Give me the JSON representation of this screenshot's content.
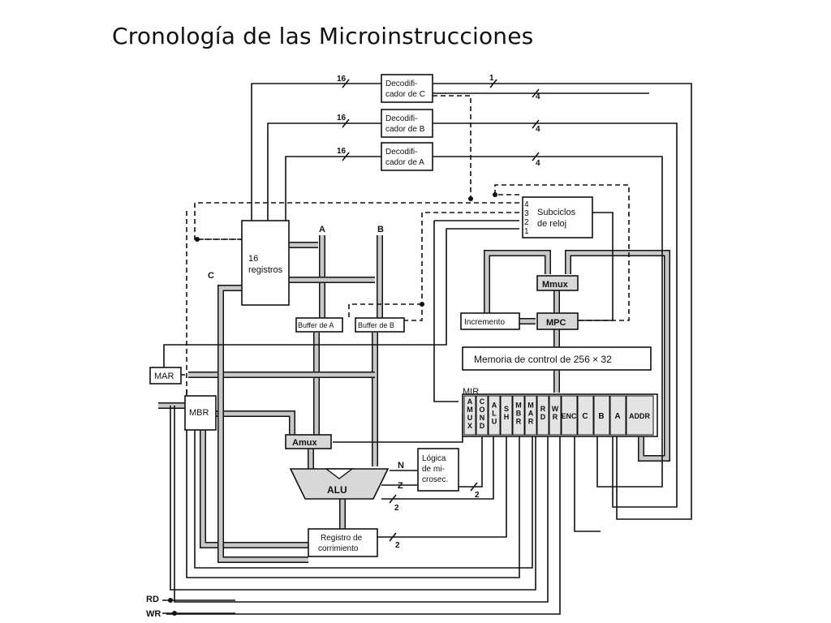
{
  "title": "Cronología de las Microinstrucciones",
  "boxes": {
    "dec_c": [
      "Decodifi-",
      "cador de C"
    ],
    "dec_b": [
      "Decodifi-",
      "cador de B"
    ],
    "dec_a": [
      "Decodifi-",
      "cador de A"
    ],
    "subciclos": [
      "Subciclos",
      "de reloj"
    ],
    "registros": [
      "16",
      "registros"
    ],
    "mmux": "Mmux",
    "mpc": "MPC",
    "incremento": "Incremento",
    "buffer_a": "Buffer de A",
    "buffer_b": "Buffer de B",
    "memoria": "Memoria de control de 256 × 32",
    "mar": "MAR",
    "mbr": "MBR",
    "amux": "Amux",
    "alu": "ALU",
    "logica": [
      "Lógica",
      "de mi-",
      "crosec."
    ],
    "registro_corr": [
      "Registro de",
      "corrimiento"
    ]
  },
  "mir": {
    "label": "MIR",
    "fields": [
      "AMUX",
      "COND",
      "ALU",
      "SH",
      "MBR",
      "MAR",
      "RD",
      "WR",
      "ENC",
      "C",
      "B",
      "A",
      "ADDR"
    ]
  },
  "labels": {
    "bus_a": "A",
    "bus_b": "B",
    "bus_c": "C",
    "n": "N",
    "z": "Z",
    "rd": "RD",
    "wr": "WR",
    "width16_c": "16",
    "width16_b": "16",
    "width16_a": "16",
    "width1": "1",
    "width4_c": "4",
    "width4_b": "4",
    "width4_a": "4",
    "width2_cond": "2",
    "width2_alu": "2",
    "width2_sh": "2",
    "subciclos_nums": [
      "4",
      "3",
      "2",
      "1"
    ]
  }
}
